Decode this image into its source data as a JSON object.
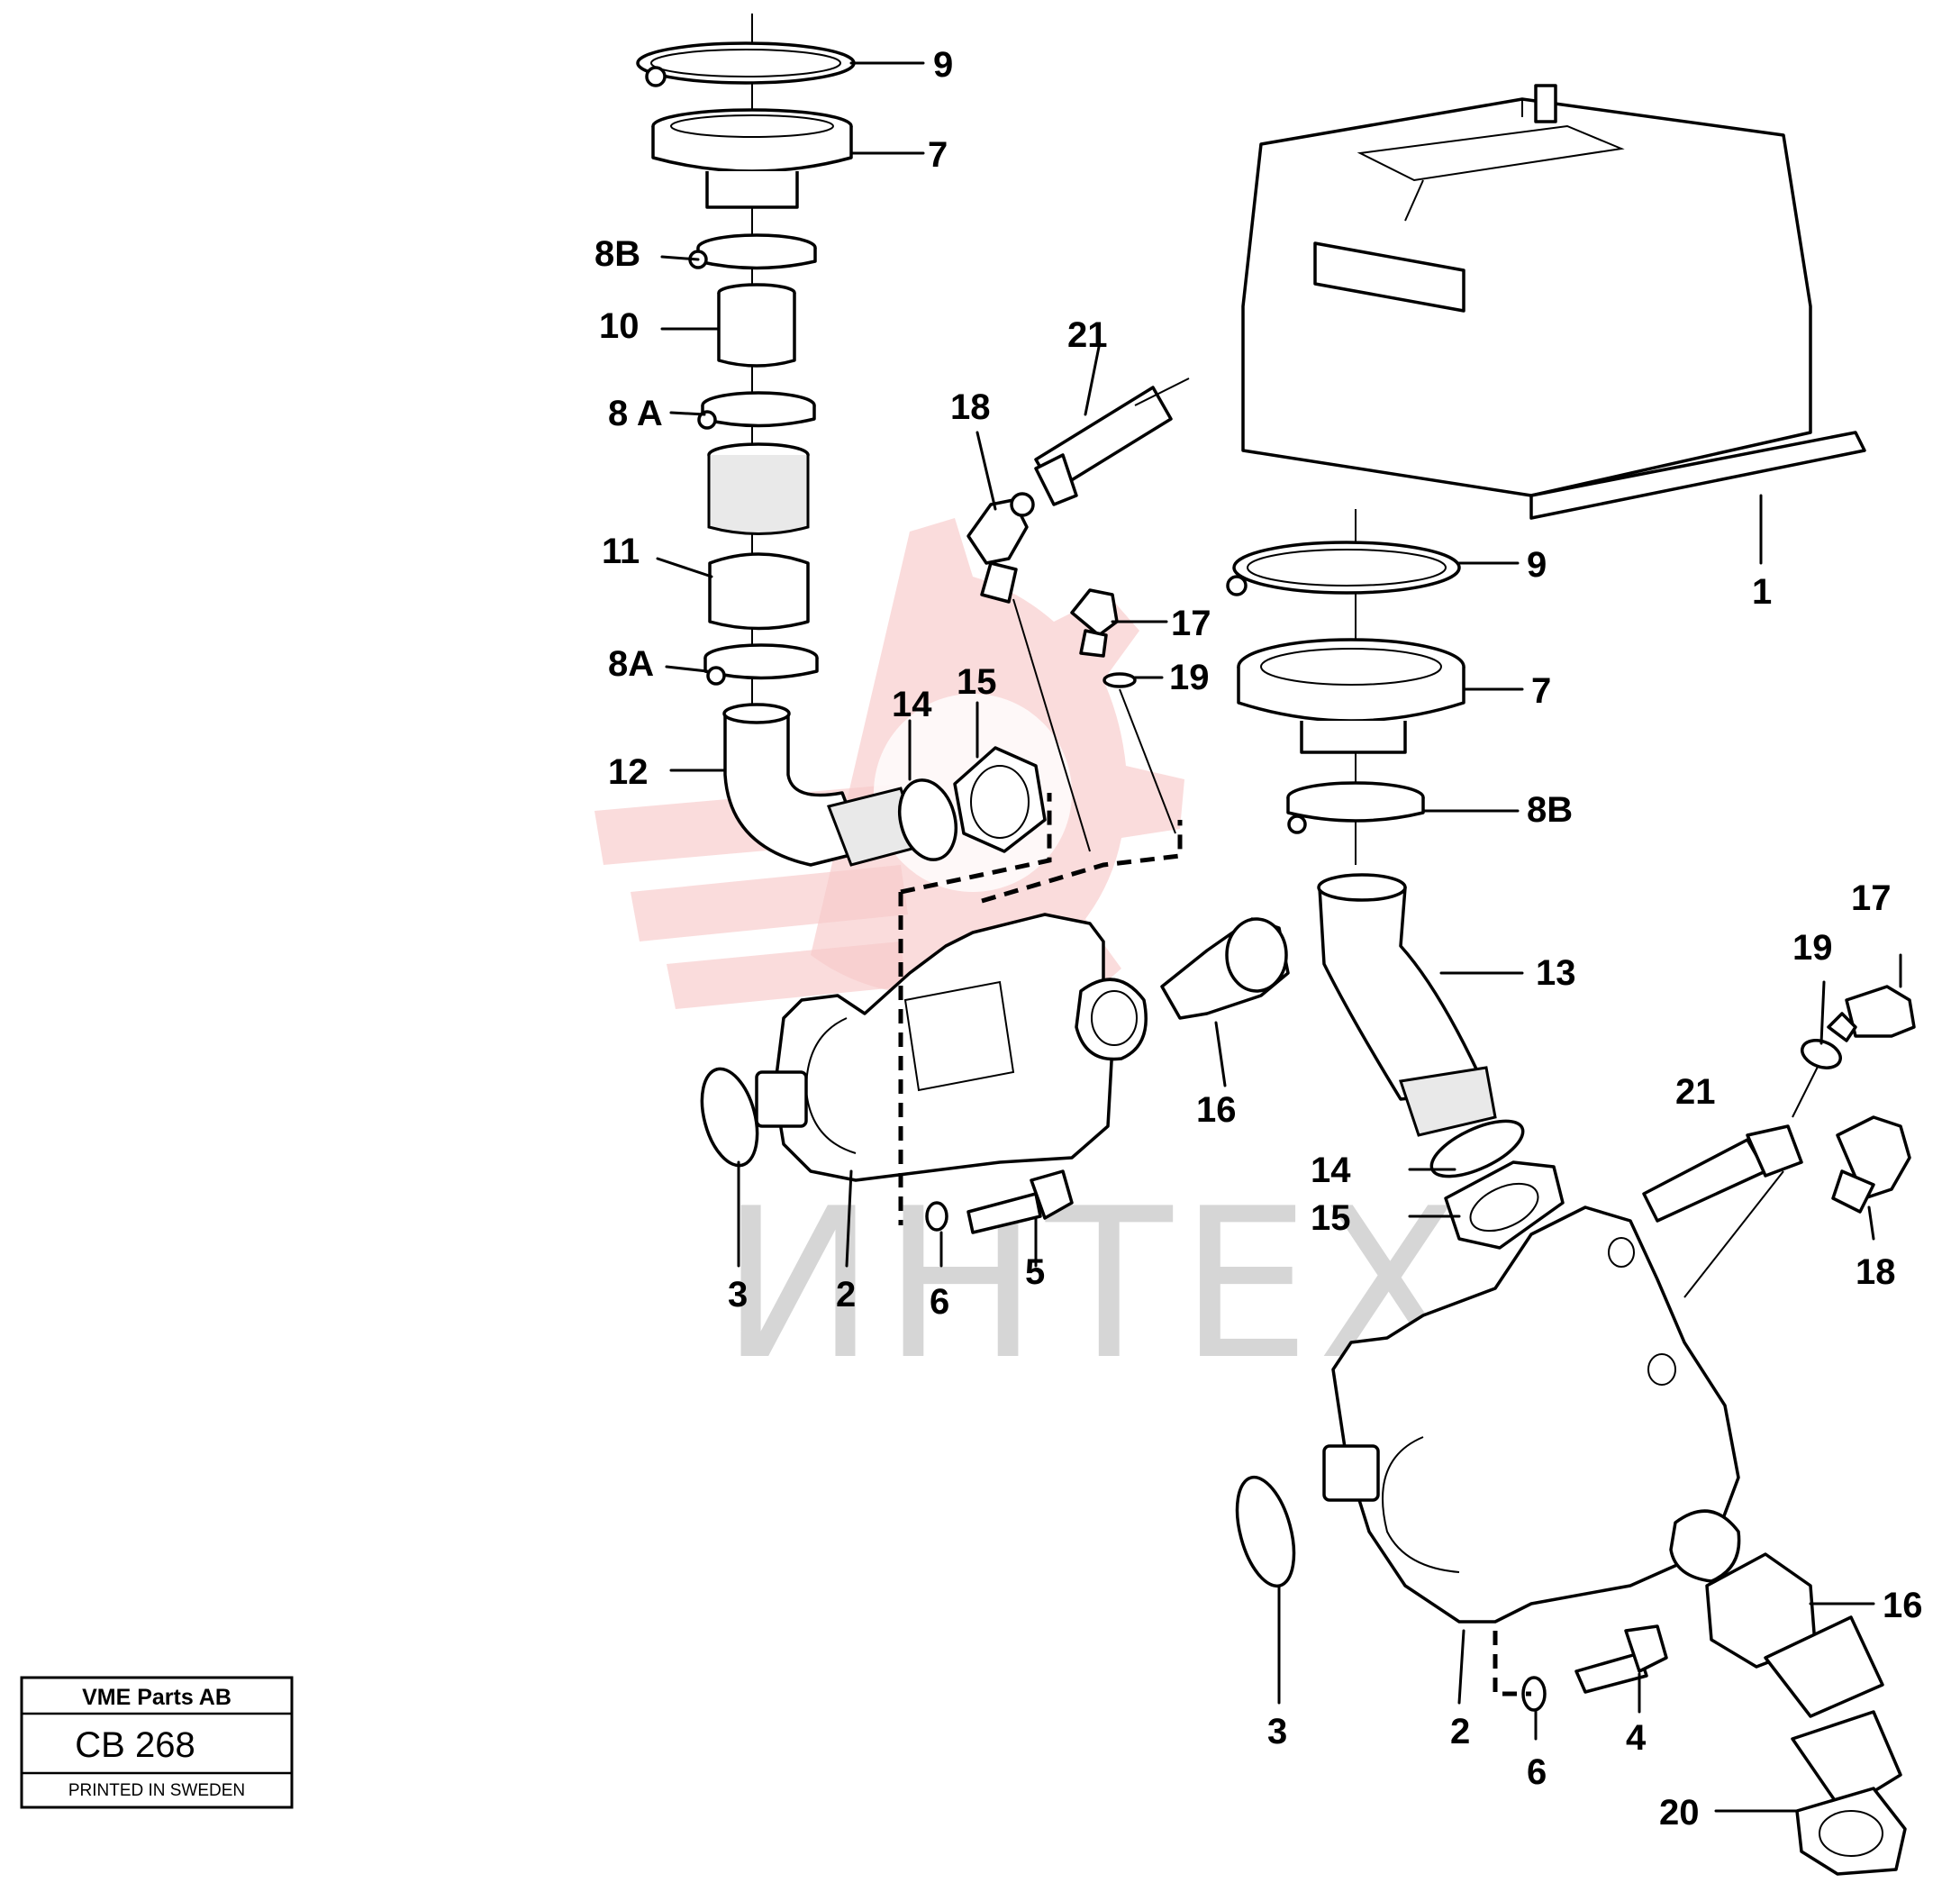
{
  "watermark": {
    "text": "ИНТЕХ",
    "color": "#cfcfcf",
    "gear_color": "#f7c9c9"
  },
  "title_block": {
    "company": "VME Parts AB",
    "code": "CB 268",
    "footer": "PRINTED IN SWEDEN"
  },
  "callouts": [
    "9",
    "7",
    "8B",
    "10",
    "8 A",
    "11",
    "8A",
    "12",
    "14",
    "15",
    "18",
    "21",
    "17",
    "19",
    "16",
    "3",
    "2",
    "6",
    "5",
    "1",
    "9",
    "7",
    "8B",
    "13",
    "17",
    "19",
    "21",
    "14",
    "15",
    "18",
    "16",
    "3",
    "2",
    "6",
    "4",
    "20"
  ]
}
